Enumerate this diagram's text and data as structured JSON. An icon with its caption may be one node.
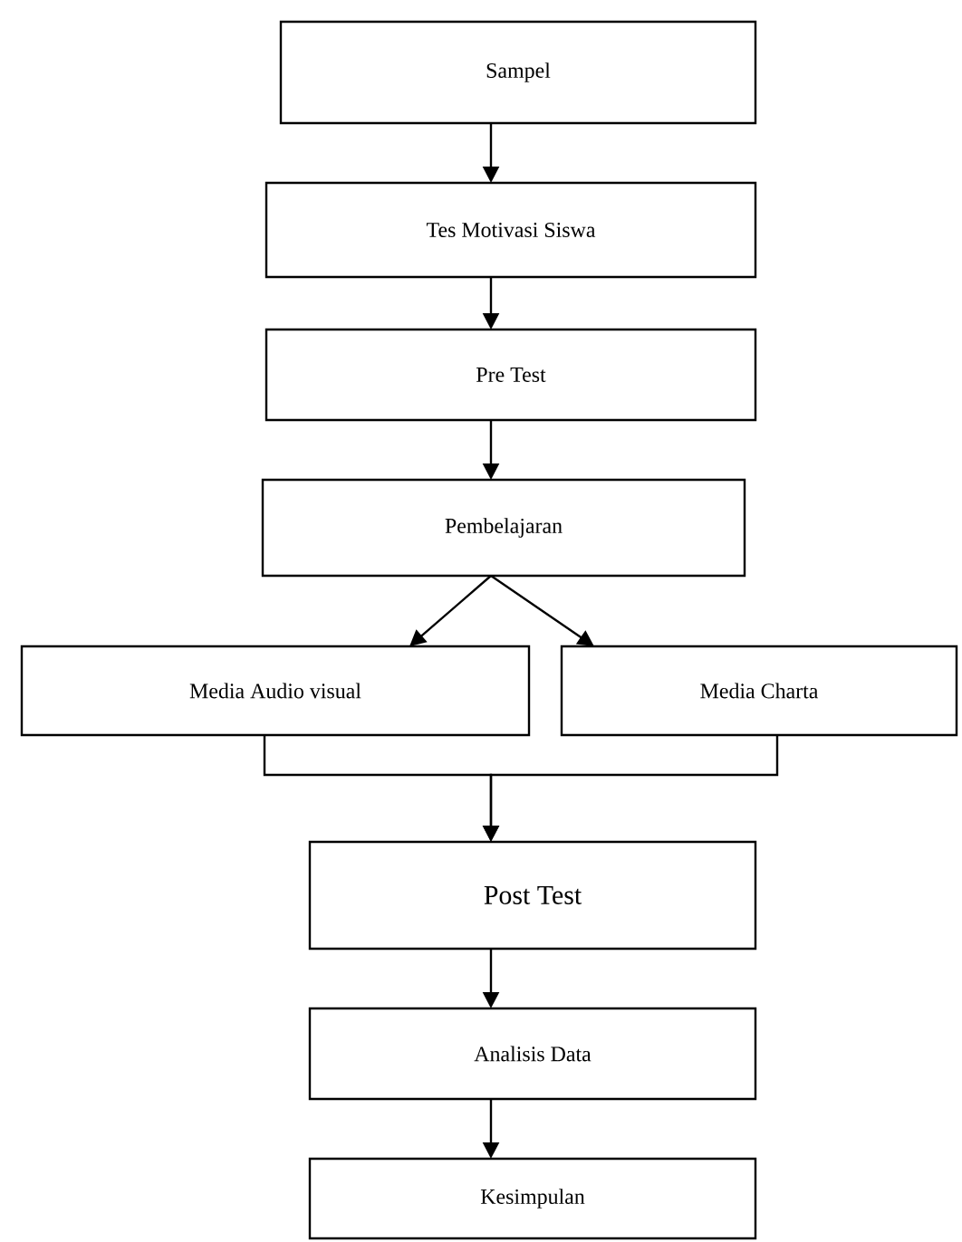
{
  "diagram": {
    "nodes": [
      {
        "text": [
          "Sampel"
        ]
      },
      {
        "text": [
          "Tes Motivasi Siswa"
        ]
      },
      {
        "text": [
          "Pre Test"
        ]
      },
      {
        "text": [
          "Pembelajaran"
        ]
      },
      {
        "text": [
          "Media Audio visual"
        ]
      },
      {
        "text": [
          "Media Charta"
        ]
      },
      {
        "text": [
          "Post Test"
        ]
      },
      {
        "text": [
          "Analisis Data"
        ]
      },
      {
        "text": [
          "Kesimpulan"
        ]
      }
    ],
    "edges": [
      {
        "from": 0,
        "to": 1,
        "arrow": "to"
      },
      {
        "from": 1,
        "to": 2,
        "arrow": "to"
      },
      {
        "from": 2,
        "to": 3,
        "arrow": "to"
      },
      {
        "from": 3,
        "to": 4,
        "arrow": "to"
      },
      {
        "from": 3,
        "to": 5,
        "arrow": "to"
      },
      {
        "from": 4,
        "to": 6,
        "arrow": "to"
      },
      {
        "from": 5,
        "to": 6,
        "arrow": "to"
      },
      {
        "from": 6,
        "to": 7,
        "arrow": "to"
      },
      {
        "from": 7,
        "to": 8,
        "arrow": "to"
      }
    ]
  }
}
